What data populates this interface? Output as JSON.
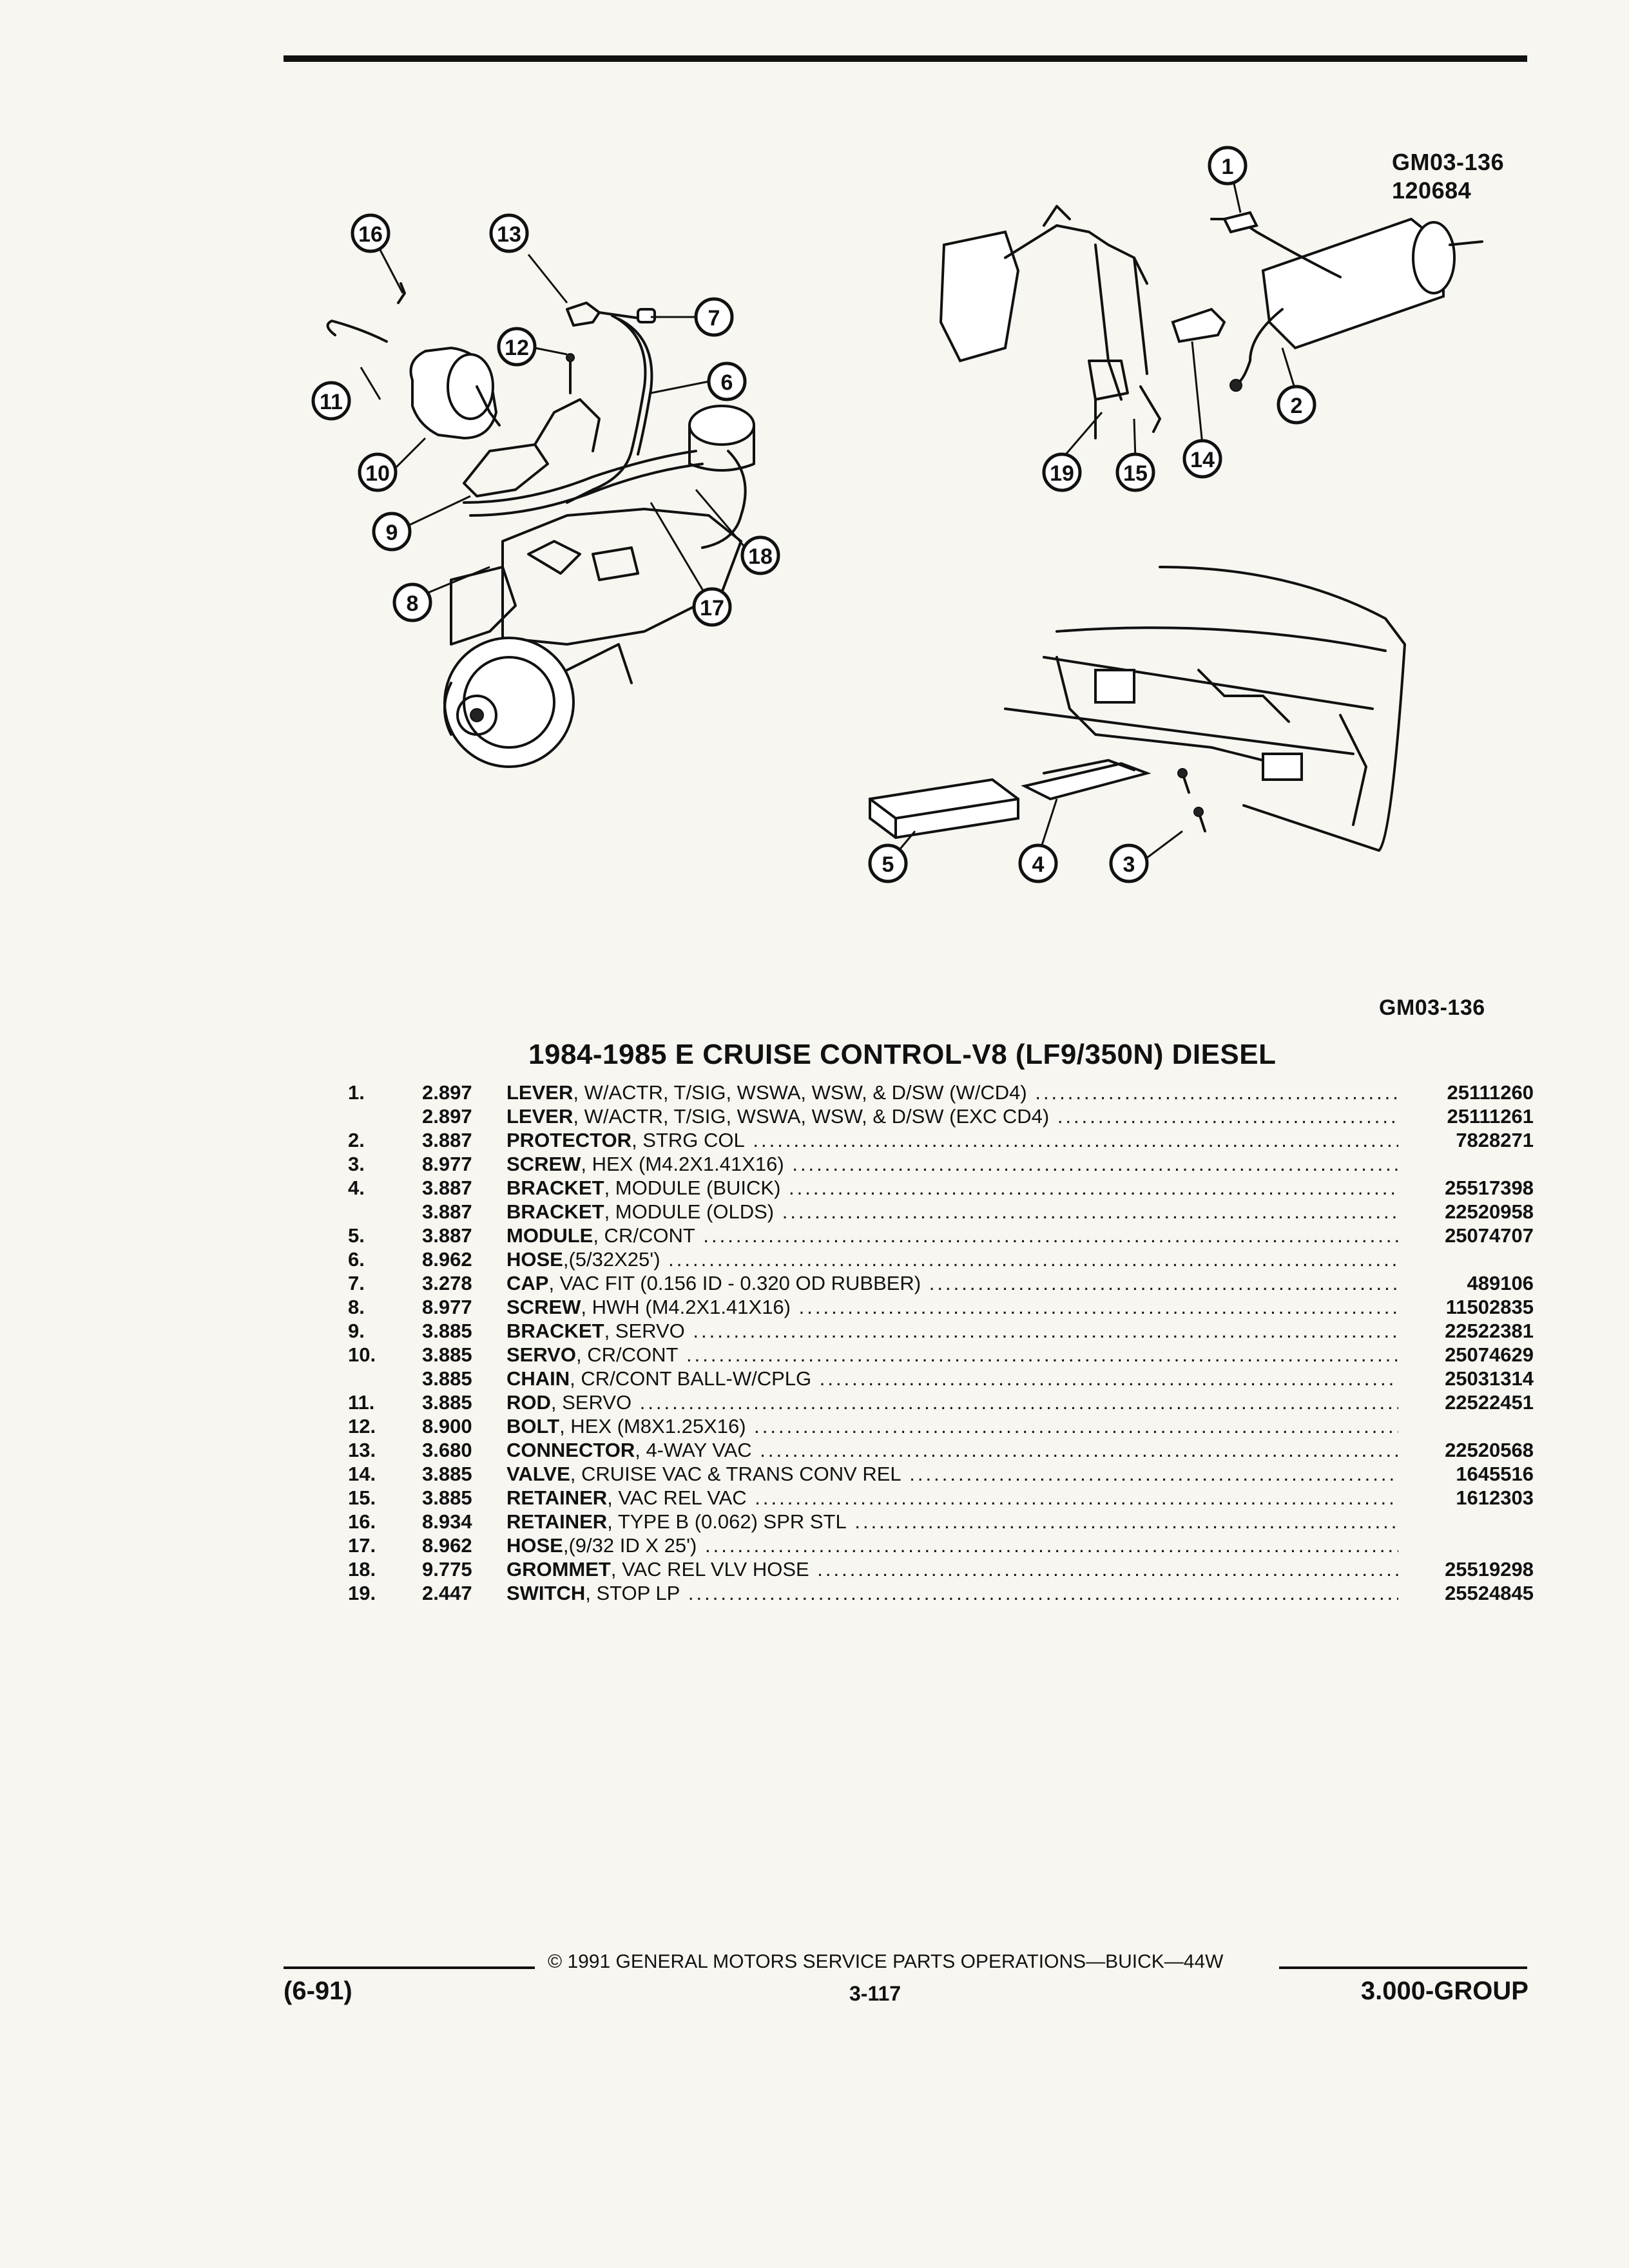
{
  "figure": {
    "code_top": "GM03-136",
    "date_top": "120684",
    "code_bottom": "GM03-136",
    "callouts": [
      "1",
      "2",
      "3",
      "4",
      "5",
      "6",
      "7",
      "8",
      "9",
      "10",
      "11",
      "12",
      "13",
      "14",
      "15",
      "16",
      "17",
      "18",
      "19"
    ]
  },
  "title": "1984-1985 E CRUISE CONTROL-V8 (LF9/350N) DIESEL",
  "parts": [
    {
      "index": "1.",
      "code": "2.897",
      "name": "LEVER",
      "spec": ", W/ACTR, T/SIG, WSWA, WSW, & D/SW (W/CD4)",
      "part_no": "25111260"
    },
    {
      "index": "",
      "code": "2.897",
      "name": "LEVER",
      "spec": ", W/ACTR, T/SIG, WSWA, WSW, & D/SW (EXC CD4)",
      "part_no": "25111261"
    },
    {
      "index": "2.",
      "code": "3.887",
      "name": "PROTECTOR",
      "spec": ", STRG COL",
      "part_no": "7828271"
    },
    {
      "index": "3.",
      "code": "8.977",
      "name": "SCREW",
      "spec": ", HEX (M4.2X1.41X16)",
      "part_no": ""
    },
    {
      "index": "4.",
      "code": "3.887",
      "name": "BRACKET",
      "spec": ", MODULE (BUICK)",
      "part_no": "25517398"
    },
    {
      "index": "",
      "code": "3.887",
      "name": "BRACKET",
      "spec": ", MODULE (OLDS)",
      "part_no": "22520958"
    },
    {
      "index": "5.",
      "code": "3.887",
      "name": "MODULE",
      "spec": ", CR/CONT",
      "part_no": "25074707"
    },
    {
      "index": "6.",
      "code": "8.962",
      "name": "HOSE",
      "spec": ",(5/32X25')",
      "part_no": ""
    },
    {
      "index": "7.",
      "code": "3.278",
      "name": "CAP",
      "spec": ", VAC FIT (0.156 ID - 0.320 OD RUBBER)",
      "part_no": "489106"
    },
    {
      "index": "8.",
      "code": "8.977",
      "name": "SCREW",
      "spec": ", HWH (M4.2X1.41X16)",
      "part_no": "11502835"
    },
    {
      "index": "9.",
      "code": "3.885",
      "name": "BRACKET",
      "spec": ", SERVO",
      "part_no": "22522381"
    },
    {
      "index": "10.",
      "code": "3.885",
      "name": "SERVO",
      "spec": ", CR/CONT",
      "part_no": "25074629"
    },
    {
      "index": "",
      "code": "3.885",
      "name": "CHAIN",
      "spec": ", CR/CONT BALL-W/CPLG",
      "part_no": "25031314"
    },
    {
      "index": "11.",
      "code": "3.885",
      "name": "ROD",
      "spec": ", SERVO",
      "part_no": "22522451"
    },
    {
      "index": "12.",
      "code": "8.900",
      "name": "BOLT",
      "spec": ", HEX (M8X1.25X16)",
      "part_no": ""
    },
    {
      "index": "13.",
      "code": "3.680",
      "name": "CONNECTOR",
      "spec": ", 4-WAY VAC",
      "part_no": "22520568"
    },
    {
      "index": "14.",
      "code": "3.885",
      "name": "VALVE",
      "spec": ", CRUISE VAC & TRANS CONV REL",
      "part_no": "1645516"
    },
    {
      "index": "15.",
      "code": "3.885",
      "name": "RETAINER",
      "spec": ", VAC REL VAC",
      "part_no": "1612303"
    },
    {
      "index": "16.",
      "code": "8.934",
      "name": "RETAINER",
      "spec": ", TYPE B (0.062) SPR STL",
      "part_no": ""
    },
    {
      "index": "17.",
      "code": "8.962",
      "name": "HOSE",
      "spec": ",(9/32 ID X 25')",
      "part_no": ""
    },
    {
      "index": "18.",
      "code": "9.775",
      "name": "GROMMET",
      "spec": ", VAC REL VLV HOSE",
      "part_no": "25519298"
    },
    {
      "index": "19.",
      "code": "2.447",
      "name": "SWITCH",
      "spec": ", STOP LP",
      "part_no": "25524845"
    }
  ],
  "footer": {
    "copyright": "© 1991 GENERAL MOTORS SERVICE PARTS OPERATIONS—BUICK—44W",
    "date_code": "(6-91)",
    "page": "3-117",
    "group": "3.000-GROUP"
  }
}
